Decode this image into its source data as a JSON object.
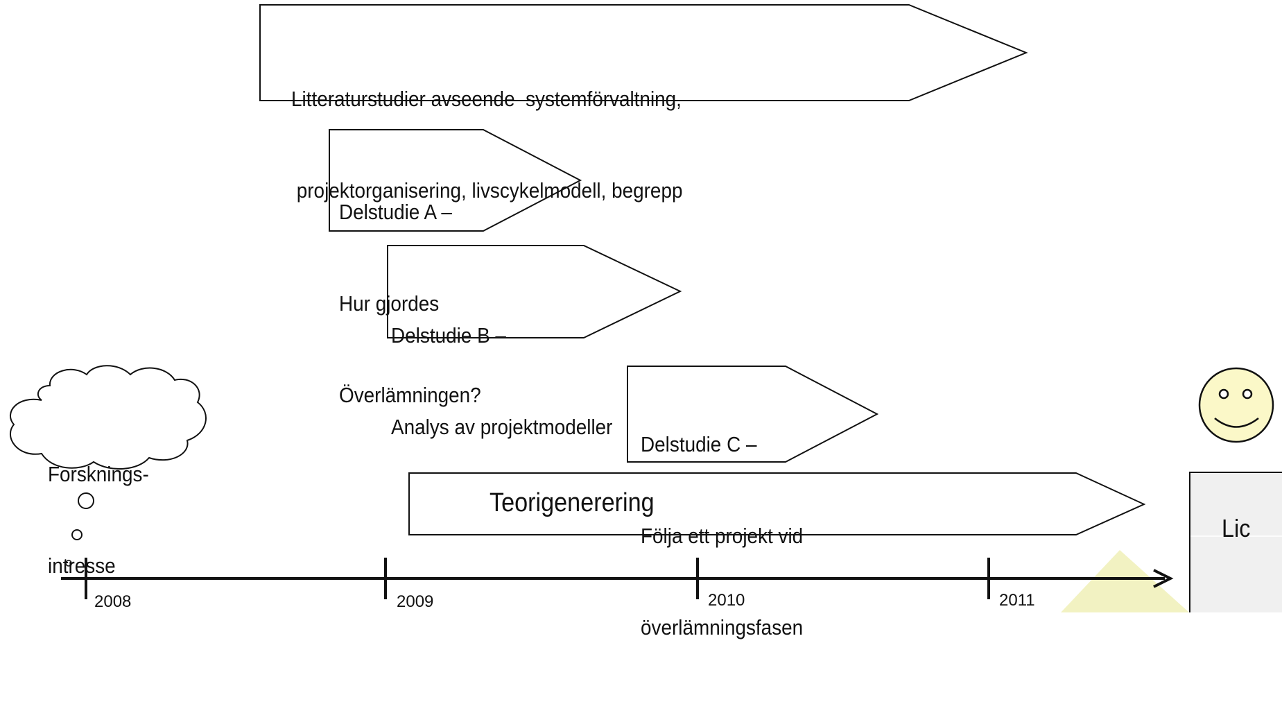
{
  "literature": {
    "line1": "Litteraturstudier avseende  systemförvaltning,",
    "line2": " projektorganisering, livscykelmodell, begrepp"
  },
  "study_a": {
    "line1": "Delstudie A –",
    "line2": "Hur gjordes",
    "line3": "Överlämningen?"
  },
  "study_b": {
    "line1": "Delstudie B –",
    "line2": "Analys av projektmodeller"
  },
  "study_c": {
    "line1": "Delstudie C –",
    "line2": "Följa ett projekt vid",
    "line3": "överlämningsfasen"
  },
  "theory": {
    "label": "Teorigenerering"
  },
  "cloud": {
    "line1": "Forsknings-",
    "line2": "intresse"
  },
  "lic": {
    "label": "Lic"
  },
  "timeline": {
    "years": [
      "2008",
      "2009",
      "2010",
      "2011"
    ]
  },
  "icons": {
    "smiley": "smiley-face-icon",
    "arrow": "timeline-arrowhead-icon"
  },
  "colors": {
    "stroke": "#111111",
    "smiley_fill": "#fbf8c8",
    "triangle": "#f2f2c2",
    "lic_box": "#f0f0f0"
  }
}
